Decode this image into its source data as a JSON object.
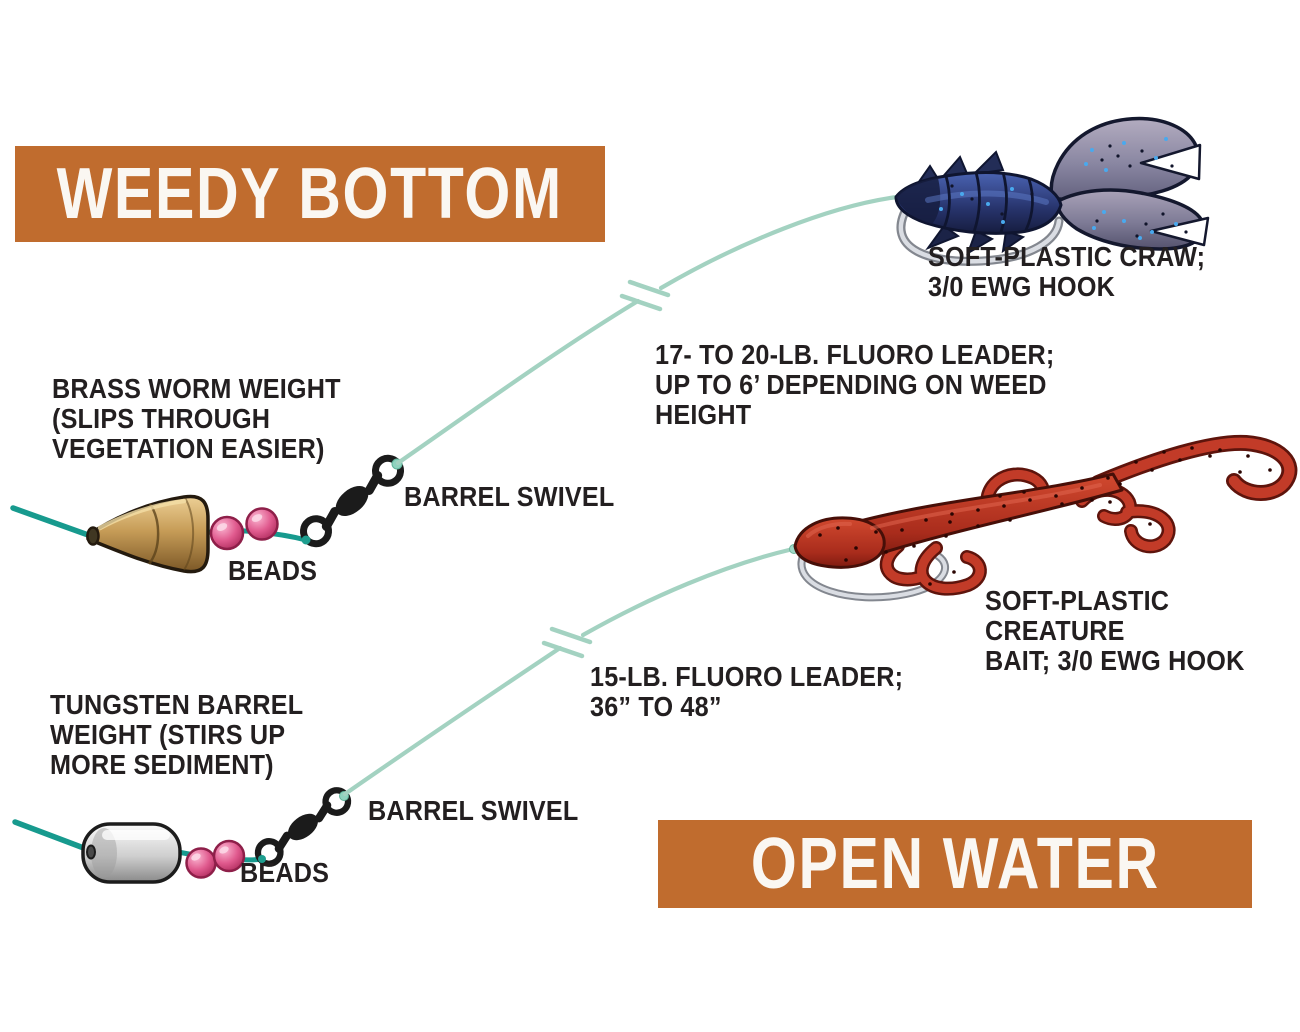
{
  "banners": {
    "weedy_bottom": "WEEDY BOTTOM",
    "open_water": "OPEN WATER"
  },
  "weedy_rig": {
    "weight_label": "BRASS WORM WEIGHT\n(SLIPS THROUGH\nVEGETATION EASIER)",
    "beads_label": "BEADS",
    "swivel_label": "BARREL SWIVEL",
    "leader_label": "17- TO 20-LB. FLUORO LEADER;\nUP TO 6’ DEPENDING ON WEED\nHEIGHT",
    "lure_label": "SOFT-PLASTIC CRAW;\n3/0 EWG HOOK"
  },
  "open_water_rig": {
    "weight_label": "TUNGSTEN BARREL\nWEIGHT (STIRS UP\nMORE SEDIMENT)",
    "beads_label": "BEADS",
    "swivel_label": "BARREL SWIVEL",
    "leader_label": "15-LB. FLUORO LEADER;\n36” TO 48”",
    "lure_label": "SOFT-PLASTIC CREATURE\nBAIT; 3/0 EWG HOOK"
  },
  "graphics": {
    "weedy_rig_parts": [
      "main-line",
      "brass-worm-weight",
      "beads",
      "barrel-swivel",
      "fluoro-leader",
      "line-break-mark",
      "soft-plastic-craw-lure",
      "ewg-hook"
    ],
    "open_water_rig_parts": [
      "main-line",
      "tungsten-barrel-weight",
      "beads",
      "barrel-swivel",
      "fluoro-leader",
      "line-break-mark",
      "soft-plastic-creature-bait",
      "ewg-hook"
    ]
  },
  "colors": {
    "banner_orange": "#C06C2E",
    "text_black": "#231F20",
    "main_line_teal": "#179A8E",
    "leader_mint": "#A3D2C1",
    "bead_pink": "#DE4E86",
    "craw_blue": "#27336B",
    "creature_red": "#C23B28",
    "brass_tan": "#C79D58",
    "tungsten_silver": "#CFCFCF"
  }
}
